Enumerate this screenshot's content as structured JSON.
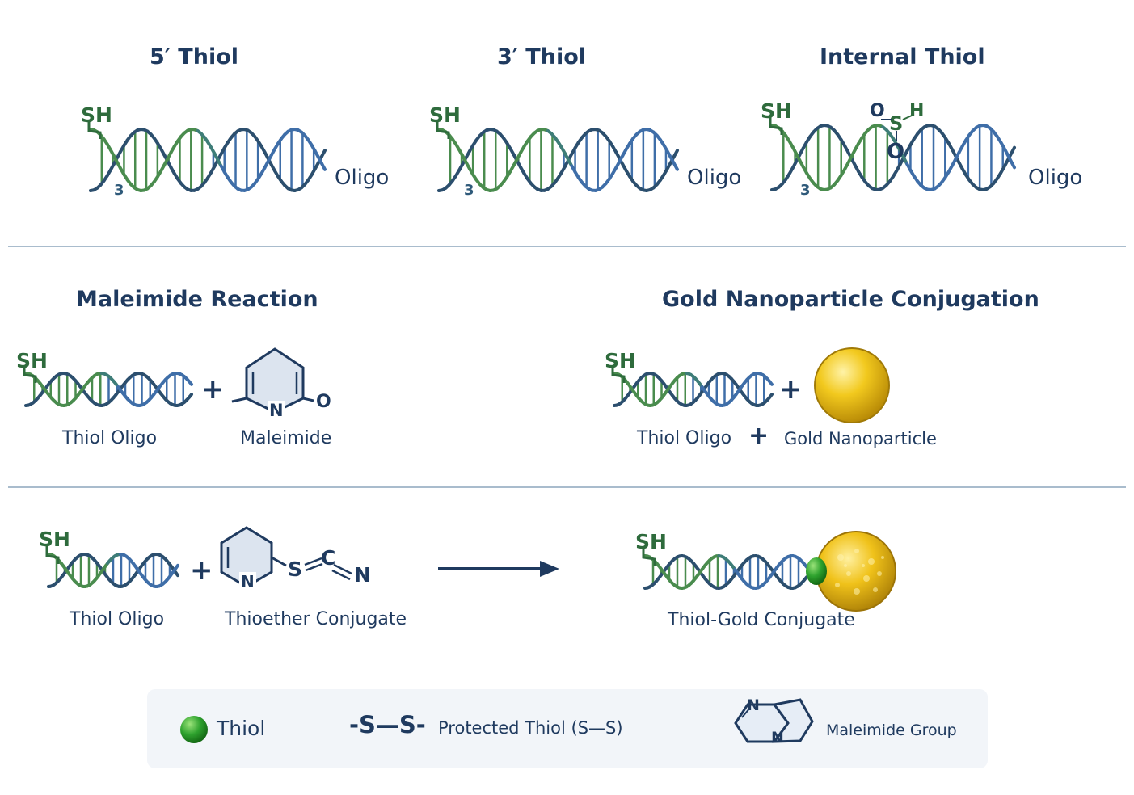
{
  "top_row": {
    "panels": [
      {
        "title": "5′ Thiol",
        "sh": "SH",
        "three": "3",
        "oligo": "Oligo"
      },
      {
        "title": "3′ Thiol",
        "sh": "SH",
        "three": "3",
        "oligo": "Oligo"
      },
      {
        "title": "Internal Thiol",
        "sh": "SH",
        "three": "3",
        "oligo": "Oligo",
        "internal": {
          "o_top": "O",
          "s": "S",
          "h": "H",
          "o_ring": "O"
        }
      }
    ]
  },
  "middle_row": {
    "maleimide": {
      "title": "Maleimide Reaction",
      "sh": "SH",
      "plus": "+",
      "oligo_label": "Thiol Oligo",
      "reagent_label": "Maleimide",
      "ring_n": "N",
      "ring_o": "O"
    },
    "gold": {
      "title": "Gold Nanoparticle Conjugation",
      "sh": "SH",
      "plus": "+",
      "oligo_label": "Thiol Oligo",
      "plus2": "+",
      "reagent_label": "Gold Nanoparticle"
    }
  },
  "bottom_row": {
    "sh": "SH",
    "plus": "+",
    "oligo_label": "Thiol Oligo",
    "reagent_label": "Thioether Conjugate",
    "ring_n": "N",
    "chain_s": "S",
    "chain_c": "C",
    "chain_n": "N",
    "product_sh": "SH",
    "product_label": "Thiol-Gold Conjugate"
  },
  "legend": {
    "thiol_label": "Thiol",
    "disulfide_symbol": "-S—S-",
    "disulfide_label": "Protected Thiol (S—S)",
    "maleimide_label": "Maleimide Group",
    "icon_n1": "N",
    "icon_n2": "N"
  },
  "colors": {
    "green": "#4a8c4e",
    "blue": "#3f6ea8",
    "navy": "#1f3a5f",
    "gold": "#e6bb1c",
    "thiol_green": "#3aa33a"
  }
}
